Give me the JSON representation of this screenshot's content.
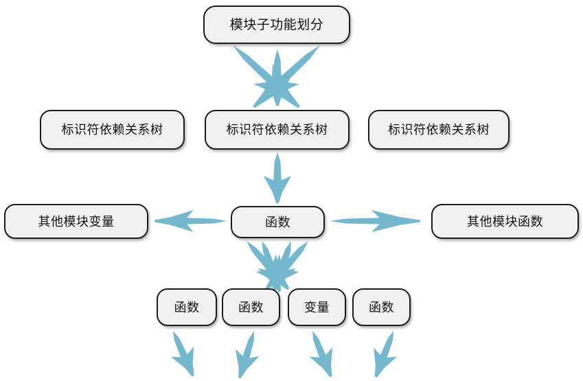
{
  "diagram": {
    "title": "模块子功能划分",
    "background_color": "#ffffff",
    "arrow_color": "#74b8cf",
    "node_fill_color": "#f1f1f1",
    "node_border_color": "#1c1c1c",
    "nodes": {
      "root": {
        "label": "模块子功能划分"
      },
      "tree_1": {
        "label": "标识符依赖关系树"
      },
      "tree_2": {
        "label": "标识符依赖关系树"
      },
      "tree_3": {
        "label": "标识符依赖关系树"
      },
      "other_variable": {
        "label": "其他模块变量"
      },
      "function_main": {
        "label": "函数"
      },
      "other_function": {
        "label": "其他模块函数"
      },
      "leaf_1": {
        "label": "函数"
      },
      "leaf_2": {
        "label": "函数"
      },
      "leaf_3": {
        "label": "变量"
      },
      "leaf_4": {
        "label": "函数"
      }
    }
  }
}
